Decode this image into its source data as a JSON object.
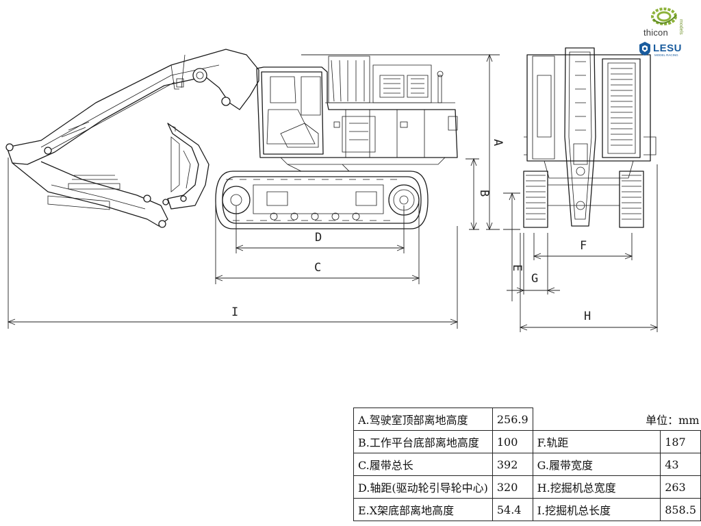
{
  "brand": {
    "thicon_name": "thicon",
    "thicon_sub": "models",
    "lesu_name": "LESU",
    "lesu_sub": "MODEL RACING"
  },
  "dimension_labels": {
    "A": "A",
    "B": "B",
    "C": "C",
    "D": "D",
    "E": "E",
    "F": "F",
    "G": "G",
    "H": "H",
    "I": "I"
  },
  "table": {
    "unit": "单位：mm",
    "rows": [
      {
        "left_label": "A.驾驶室顶部离地高度",
        "left_value": "256.9",
        "right_label": "",
        "right_value": ""
      },
      {
        "left_label": "B.工作平台底部离地高度",
        "left_value": "100",
        "right_label": "F.轨距",
        "right_value": "187"
      },
      {
        "left_label": "C.履带总长",
        "left_value": "392",
        "right_label": "G.履带宽度",
        "right_value": "43"
      },
      {
        "left_label": "D.轴距(驱动轮引导轮中心)",
        "left_value": "320",
        "right_label": "H.挖掘机总宽度",
        "right_value": "263"
      },
      {
        "left_label": "E.X架底部离地高度",
        "left_value": "54.4",
        "right_label": "I.挖掘机总长度",
        "right_value": "858.5"
      }
    ]
  }
}
